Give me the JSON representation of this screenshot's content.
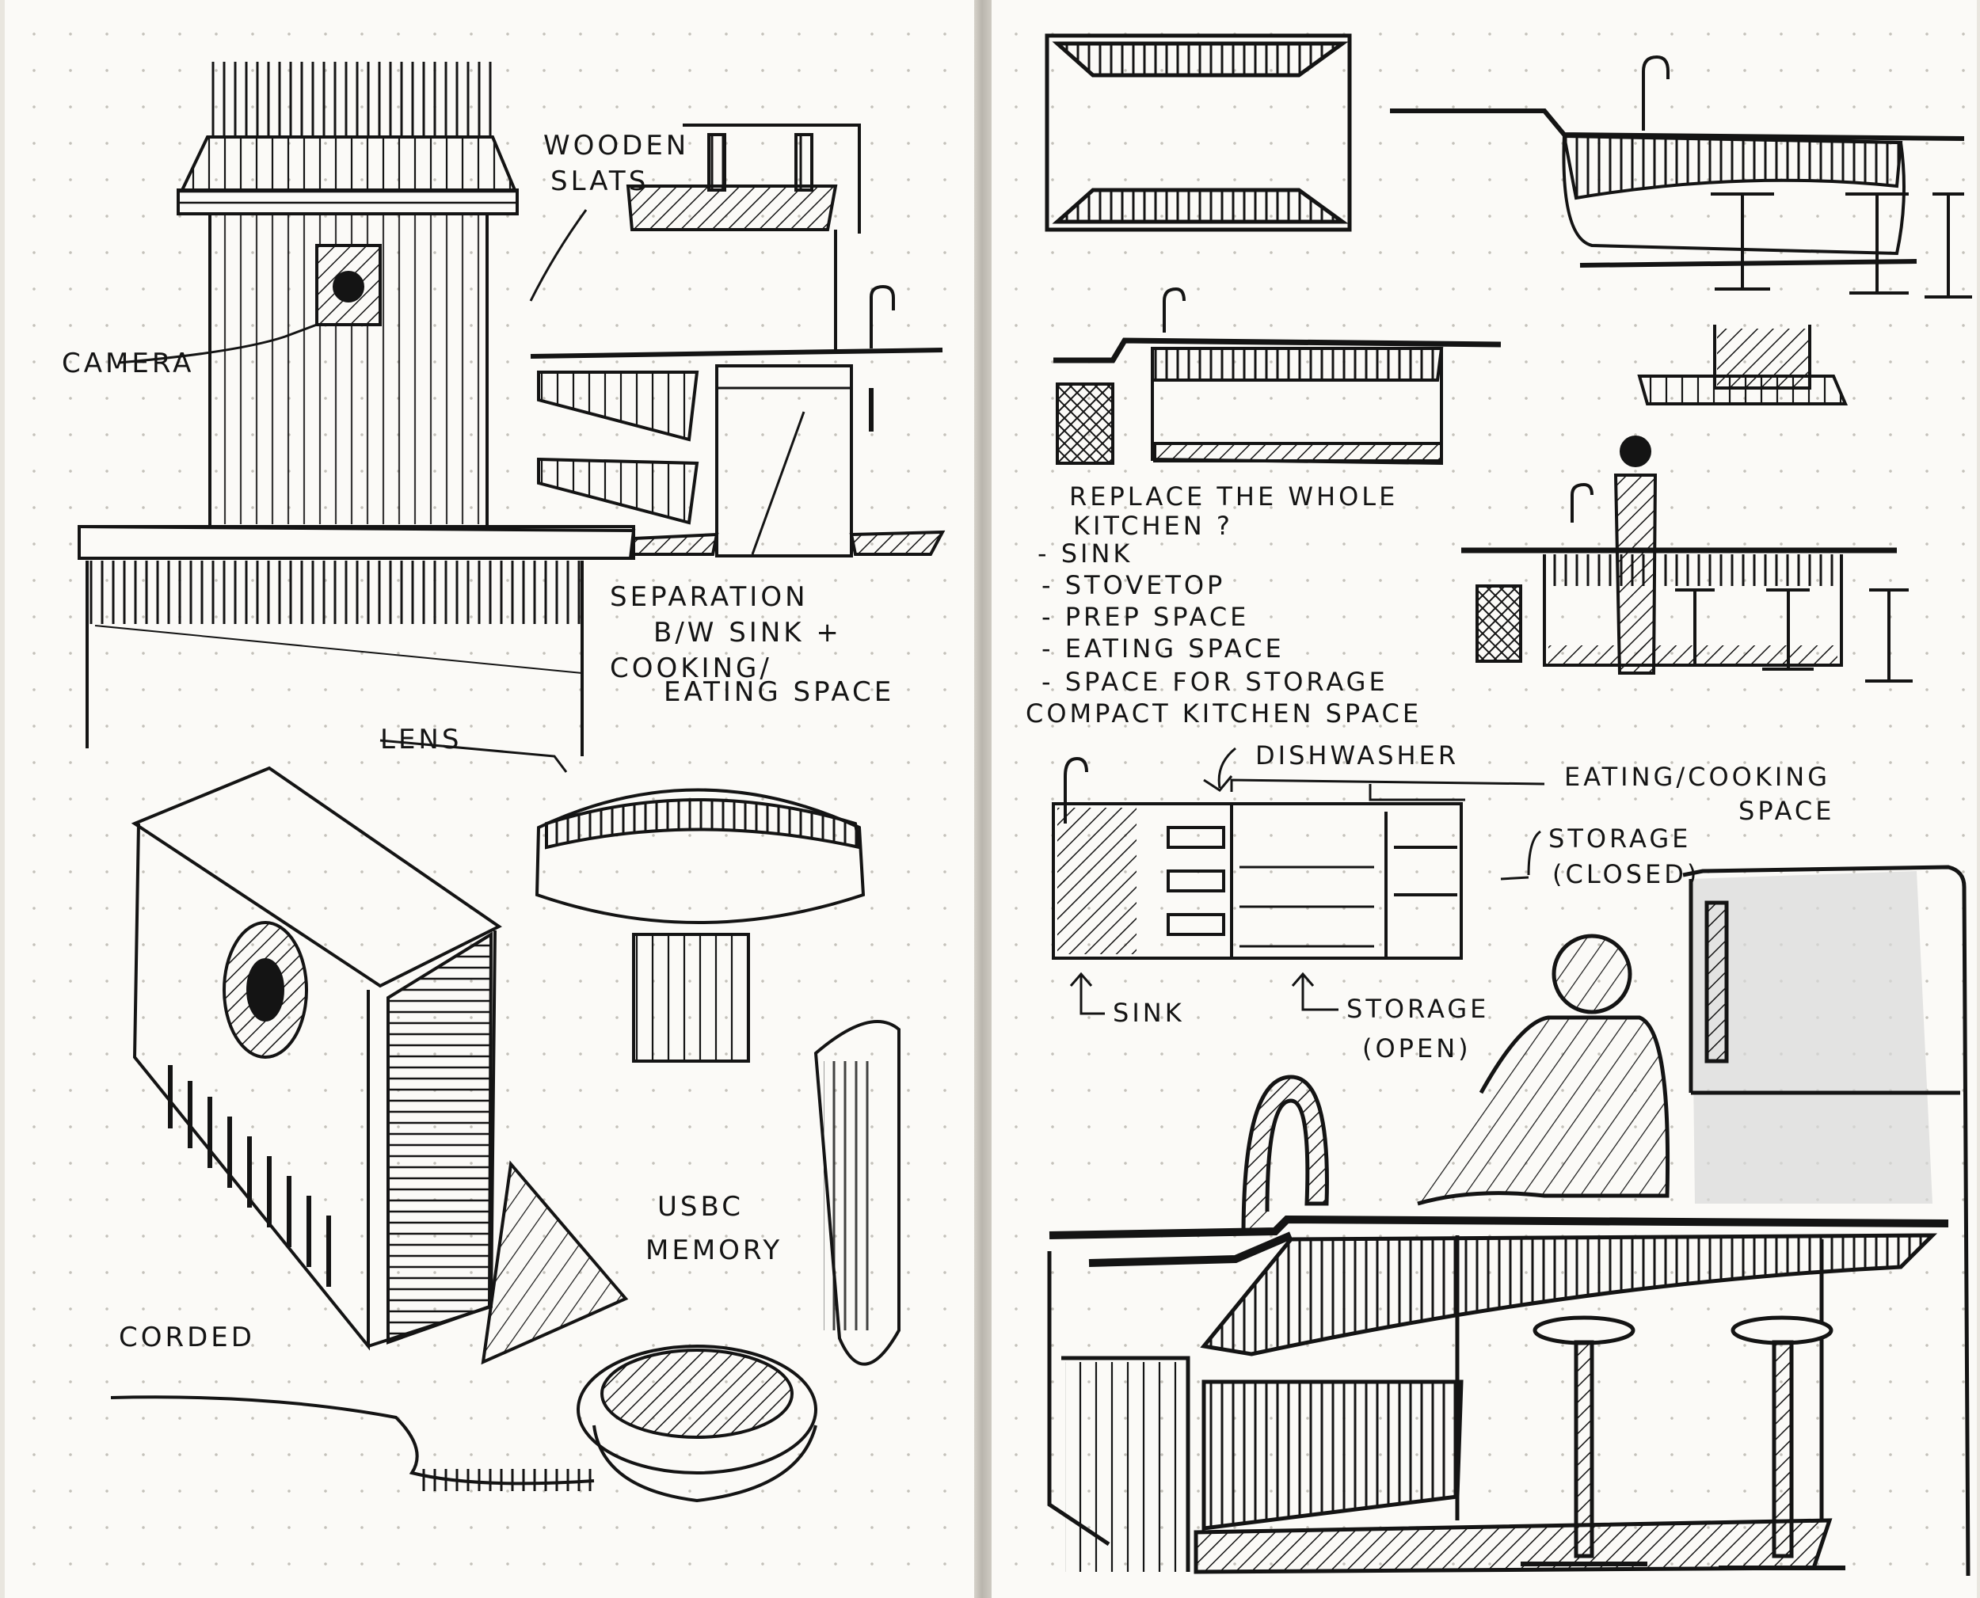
{
  "left_page": {
    "labels": {
      "wooden_slats_1": "WOODEN",
      "wooden_slats_2": "SLATS",
      "camera": "CAMERA",
      "separation_1": "SEPARATION",
      "separation_2": "B/W SINK +",
      "separation_3": "COOKING/",
      "separation_4": "EATING SPACE",
      "lens": "LENS",
      "usbc_1": "USBC",
      "usbc_2": "MEMORY",
      "corded": "CORDED"
    }
  },
  "right_page": {
    "question_1": "REPLACE THE WHOLE",
    "question_2": "KITCHEN ?",
    "list": [
      "- SINK",
      "- STOVETOP",
      "- PREP SPACE",
      "- EATING SPACE",
      "- SPACE FOR STORAGE"
    ],
    "compact": "COMPACT KITCHEN SPACE",
    "labels": {
      "dishwasher": "DISHWASHER",
      "eating_1": "EATING/COOKING",
      "eating_2": "SPACE",
      "storage_closed_1": "STORAGE",
      "storage_closed_2": "(CLOSED)",
      "sink": "SINK",
      "storage_open_1": "STORAGE",
      "storage_open_2": "(OPEN)"
    }
  },
  "colors": {
    "ink": "#141414",
    "marker_grey": "#9a9a9a",
    "paper": "#fbfaf7"
  }
}
